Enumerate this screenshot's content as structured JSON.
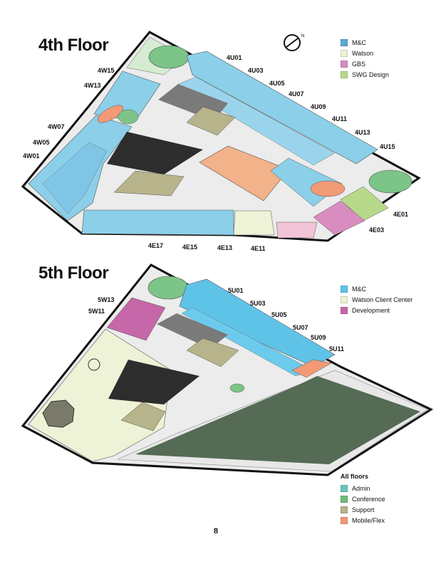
{
  "floor4": {
    "title": "4th Floor",
    "legend": [
      {
        "label": "M&C",
        "color": "#5aa9d6"
      },
      {
        "label": "Watson",
        "color": "#eef2d6"
      },
      {
        "label": "GBS",
        "color": "#d98cc0"
      },
      {
        "label": "SWG Design",
        "color": "#b9d98a"
      }
    ],
    "labels": {
      "u01": "4U01",
      "u03": "4U03",
      "u05": "4U05",
      "u07": "4U07",
      "u09": "4U09",
      "u11": "4U11",
      "u13": "4U13",
      "u15": "4U15",
      "w15": "4W15",
      "w13": "4W13",
      "w07": "4W07",
      "w05": "4W05",
      "w01": "4W01",
      "e01": "4E01",
      "e03": "4E03",
      "e17": "4E17",
      "e15": "4E15",
      "e13": "4E13",
      "e11": "4E11"
    }
  },
  "floor5": {
    "title": "5th Floor",
    "legend": [
      {
        "label": "M&C",
        "color": "#5fc3e8"
      },
      {
        "label": "Watson Client Center",
        "color": "#eef2d6"
      },
      {
        "label": "Development",
        "color": "#c567a8"
      }
    ],
    "labels": {
      "u01": "5U01",
      "u03": "5U03",
      "u05": "5U05",
      "u07": "5U07",
      "u09": "5U09",
      "u11": "5U11",
      "w13": "5W13",
      "w11": "5W11"
    }
  },
  "all_floors": {
    "heading": "All floors",
    "legend": [
      {
        "label": "Admin",
        "color": "#6cc5b8"
      },
      {
        "label": "Conference",
        "color": "#6dbd7c"
      },
      {
        "label": "Support",
        "color": "#b7b38a"
      },
      {
        "label": "Mobile/Flex",
        "color": "#f29a76"
      }
    ]
  },
  "page_number": "8"
}
